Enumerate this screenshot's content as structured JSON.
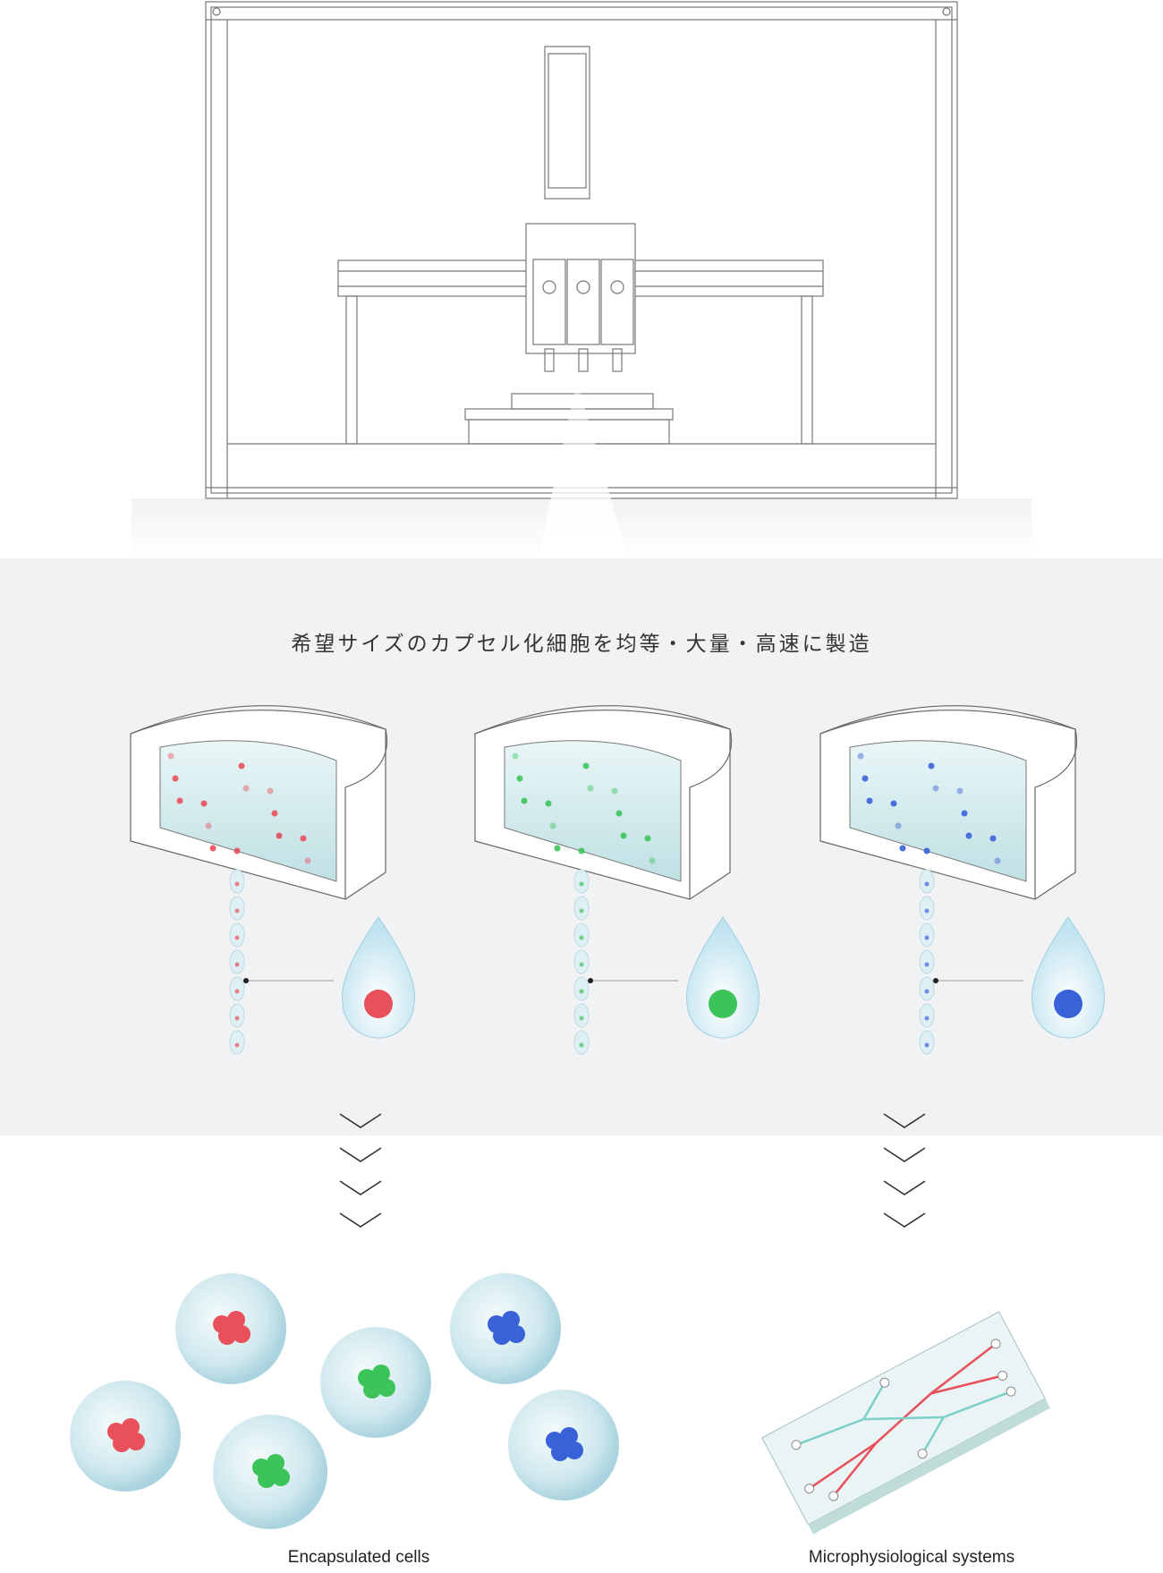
{
  "heading": "希望サイズのカプセル化細胞を均等・大量・高速に製造",
  "outputs": [
    {
      "label": "Encapsulated cells"
    },
    {
      "label": "Microphysiological systems"
    }
  ],
  "colors": {
    "red": "#e8505b",
    "green": "#3cc45a",
    "blue": "#3a62d8",
    "liquid": "#cfe9ec",
    "panel": "#f1f2f4"
  }
}
